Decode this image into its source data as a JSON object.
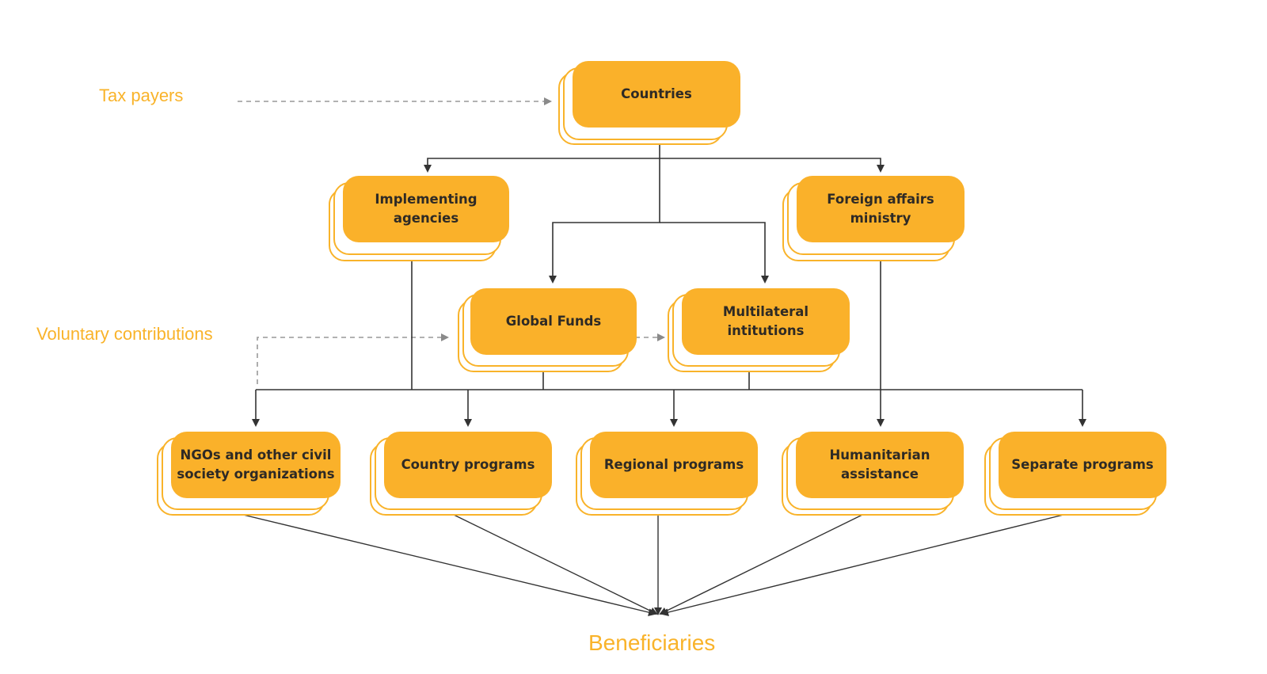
{
  "diagram": {
    "labels": {
      "tax_payers": "Tax payers",
      "voluntary_contributions": "Voluntary contributions",
      "beneficiaries": "Beneficiaries"
    },
    "nodes": {
      "countries": "Countries",
      "implementing_agencies": "Implementing\nagencies",
      "foreign_affairs_ministry": "Foreign affairs\nministry",
      "global_funds": "Global Funds",
      "multilateral_institutions": "Multilateral\nintitutions",
      "ngos": "NGOs and other civil\nsociety organizations",
      "country_programs": "Country programs",
      "regional_programs": "Regional programs",
      "humanitarian_assistance": "Humanitarian\nassistance",
      "separate_programs": "Separate programs"
    },
    "colors": {
      "box_fill": "#FAB12A",
      "box_outline": "#F9B32A",
      "label_text": "#F9B32A",
      "box_text": "#2E2A25",
      "connector": "#333333",
      "dashed_connector": "#999999"
    }
  }
}
